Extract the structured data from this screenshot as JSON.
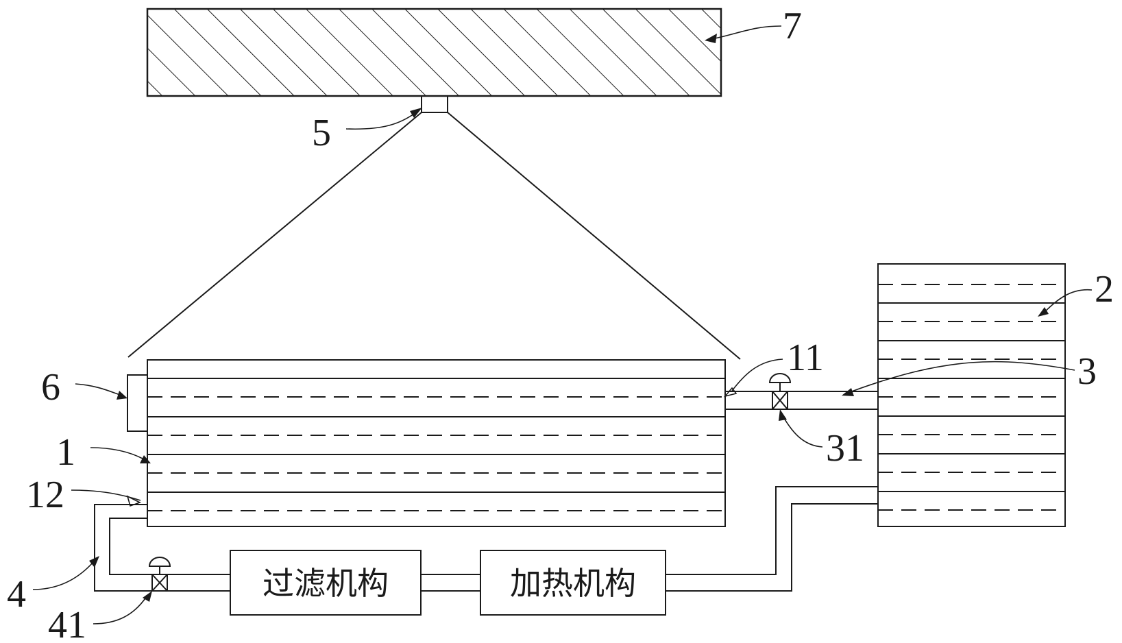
{
  "diagram": {
    "labels": {
      "l1": "1",
      "l2": "2",
      "l3": "3",
      "l4": "4",
      "l5": "5",
      "l6": "6",
      "l7": "7",
      "l11": "11",
      "l12": "12",
      "l31": "31",
      "l41": "41"
    },
    "boxes": {
      "filter": "过滤机构",
      "heater": "加热机构"
    }
  }
}
